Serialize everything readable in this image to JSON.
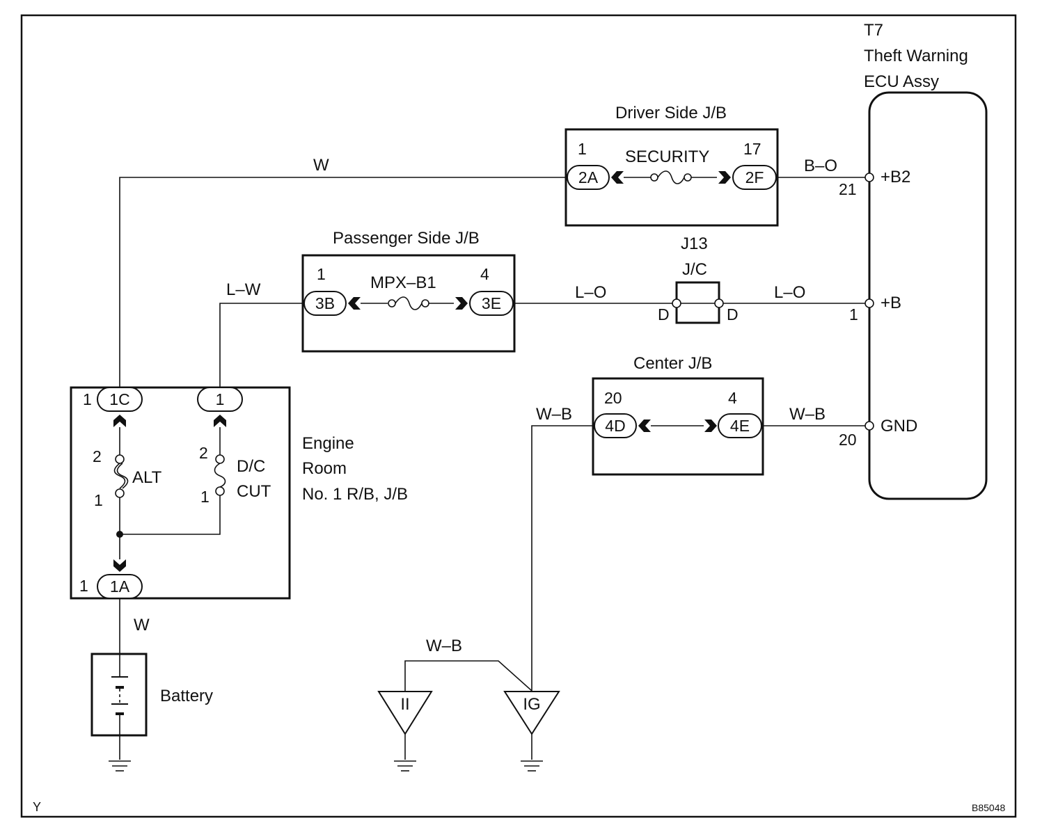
{
  "diagram_id": "B85048",
  "corner_mark": "Y",
  "ecu": {
    "code": "T7",
    "name_line1": "Theft Warning",
    "name_line2": "ECU Assy",
    "terminals": [
      {
        "pin": "21",
        "name": "+B2"
      },
      {
        "pin": "1",
        "name": "+B"
      },
      {
        "pin": "20",
        "name": "GND"
      }
    ]
  },
  "driver_jb": {
    "title": "Driver Side J/B",
    "fuse": "SECURITY",
    "in_pin": "1",
    "in_conn": "2A",
    "out_pin": "17",
    "out_conn": "2F"
  },
  "passenger_jb": {
    "title": "Passenger Side J/B",
    "fuse": "MPX–B1",
    "in_pin": "1",
    "in_conn": "3B",
    "out_pin": "4",
    "out_conn": "3E"
  },
  "junction": {
    "code": "J13",
    "name": "J/C",
    "left_pin": "D",
    "right_pin": "D"
  },
  "center_jb": {
    "title": "Center J/B",
    "in_pin": "20",
    "in_conn": "4D",
    "out_pin": "4",
    "out_conn": "4E"
  },
  "engine_room": {
    "line1": "Engine",
    "line2": "Room",
    "line3": "No. 1 R/B, J/B",
    "alt_fuse": "ALT",
    "dc_fuse_line1": "D/C",
    "dc_fuse_line2": "CUT",
    "alt_conn": "1C",
    "alt_conn_pin": "1",
    "dc_conn": "1",
    "bottom_conn": "1A",
    "bottom_conn_pin": "1",
    "alt_pin_top": "2",
    "alt_pin_bottom": "1",
    "dc_pin_top": "2",
    "dc_pin_bottom": "1"
  },
  "battery": {
    "label": "Battery"
  },
  "grounds": {
    "ground_left": "II",
    "ground_right": "IG"
  },
  "wires": {
    "top": "W",
    "left_mid": "L–W",
    "bo": "B–O",
    "lo_left": "L–O",
    "lo_right": "L–O",
    "wb_center_left": "W–B",
    "wb_center_right": "W–B",
    "battery": "W",
    "wb_ground": "W–B"
  }
}
